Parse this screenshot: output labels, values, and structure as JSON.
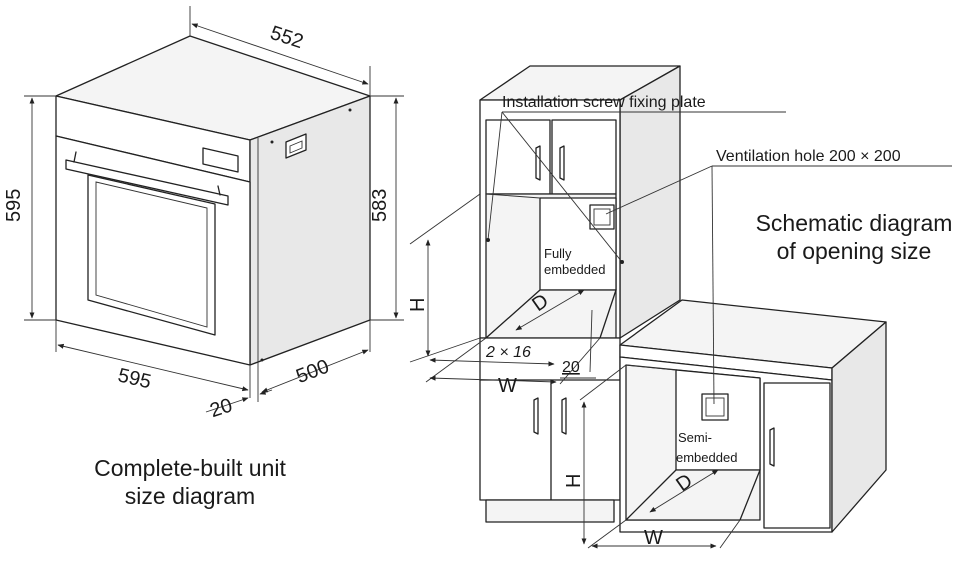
{
  "oven_diagram": {
    "dimensions": {
      "top_depth": "552",
      "front_height": "595",
      "side_height": "583",
      "front_width": "595",
      "side_depth": "500",
      "door_thickness": "20"
    },
    "caption_line1": "Complete-built unit",
    "caption_line2": "size diagram"
  },
  "cabinet_diagram": {
    "callouts": {
      "screw_plate": "Installation screw fixing plate",
      "ventilation_hole": "Ventilation hole 200 × 200"
    },
    "title_line1": "Schematic diagram",
    "title_line2": "of opening size",
    "fully_embedded": {
      "label_line1": "Fully",
      "label_line2": "embedded",
      "height_label": "H",
      "depth_label": "D",
      "width_label": "W",
      "screw_spec": "2 × 16",
      "gap_label": "20"
    },
    "semi_embedded": {
      "label_line1": "Semi-",
      "label_line2": "embedded",
      "height_label": "H",
      "depth_label": "D",
      "width_label": "W"
    }
  }
}
